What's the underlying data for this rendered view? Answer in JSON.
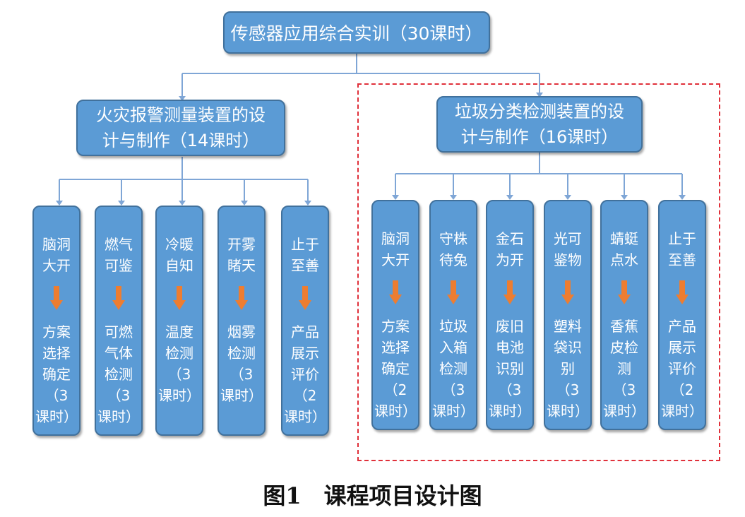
{
  "root": {
    "label": "传感器应用综合实训（30课时）"
  },
  "branches": [
    {
      "line1": "火灾报警测量装置的设",
      "line2": "计与制作（14课时）",
      "children": [
        {
          "title": "脑洞\n大开",
          "detail": "方案\n选择\n确定\n（3\n课时）"
        },
        {
          "title": "燃气\n可鉴",
          "detail": "可燃\n气体\n检测\n（3\n课时）"
        },
        {
          "title": "冷暖\n自知",
          "detail": "温度\n检测\n（3\n课时）"
        },
        {
          "title": "开雾\n睹天",
          "detail": "烟雾\n检测\n（3\n课时）"
        },
        {
          "title": "止于\n至善",
          "detail": "产品\n展示\n评价\n（2\n课时）"
        }
      ]
    },
    {
      "line1": "垃圾分类检测装置的设",
      "line2": "计与制作（16课时）",
      "children": [
        {
          "title": "脑洞\n大开",
          "detail": "方案\n选择\n确定\n（2\n课时）"
        },
        {
          "title": "守株\n待兔",
          "detail": "垃圾\n入箱\n检测\n（3\n课时）"
        },
        {
          "title": "金石\n为开",
          "detail": "废旧\n电池\n识别\n（3\n课时）"
        },
        {
          "title": "光可\n鉴物",
          "detail": "塑料\n袋识\n别\n（3\n课时）"
        },
        {
          "title": "蜻蜓\n点水",
          "detail": "香蕉\n皮检\n测\n（3\n课时）"
        },
        {
          "title": "止于\n至善",
          "detail": "产品\n展示\n评价\n（2\n课时）"
        }
      ]
    }
  ],
  "caption": "图1　课程项目设计图",
  "colors": {
    "box": "#5b9bd5",
    "border": "#41719c",
    "arrow": "#ed7d31",
    "dashed": "#e0303a",
    "line": "#7fa6d6"
  }
}
